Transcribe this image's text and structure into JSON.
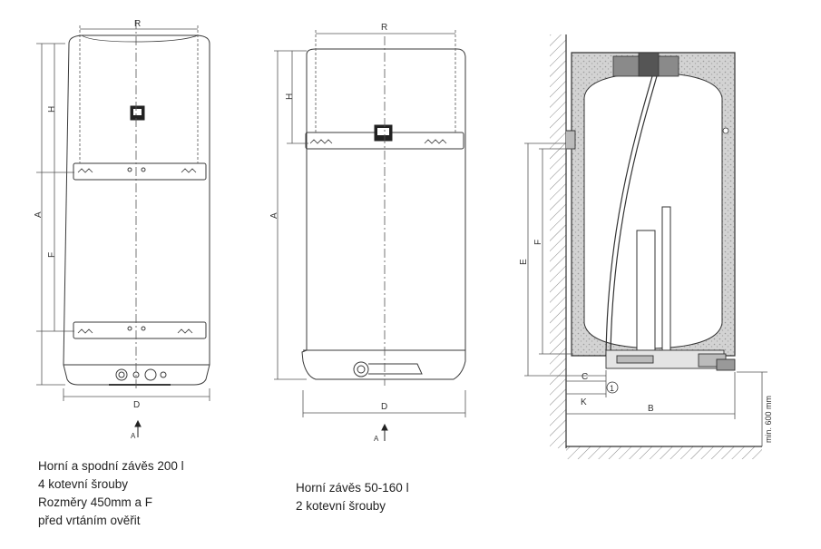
{
  "diagram": {
    "left_view": {
      "dims": {
        "r": "R",
        "h": "H",
        "a": "A",
        "f": "F",
        "d": "D",
        "arrow": "A"
      }
    },
    "middle_view": {
      "dims": {
        "r": "R",
        "h": "H",
        "a": "A",
        "d": "D",
        "arrow": "A"
      }
    },
    "section_view": {
      "dims": {
        "e": "E",
        "f": "F",
        "c": "C",
        "k": "K",
        "b": "B",
        "min": "min. 600 mm",
        "callout": "1"
      }
    }
  },
  "captions": {
    "left": [
      "Horní a spodní závěs 200 l",
      "4 kotevní šrouby",
      "Rozměry 450mm a F",
      "před vrtáním ověřit"
    ],
    "middle": [
      "Horní závěs 50-160 l",
      "2 kotevní šrouby"
    ]
  },
  "colors": {
    "line": "#3a3a3a",
    "dash": "#555555",
    "insulation": "#c9c9c9",
    "hatch": "#888888"
  }
}
